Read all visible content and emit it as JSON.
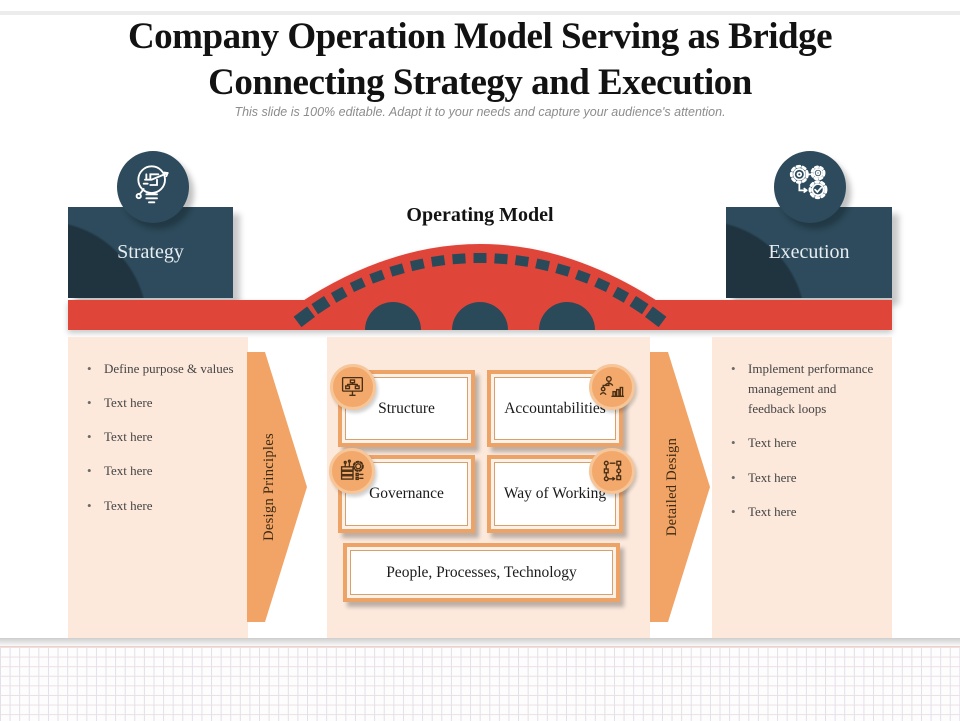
{
  "header": {
    "title_line1": "Company Operation Model Serving as Bridge",
    "title_line2": "Connecting Strategy and Execution",
    "subtitle": "This slide is 100% editable. Adapt it to your needs and capture your audience's attention."
  },
  "bridge": {
    "label": "Operating Model",
    "left_pillar": {
      "label": "Strategy",
      "icon": "strategy-idea-icon"
    },
    "right_pillar": {
      "label": "Execution",
      "icon": "execution-gears-icon"
    }
  },
  "left_panel": {
    "bullets": [
      "Define purpose & values",
      "Text here",
      "Text here",
      "Text here",
      "Text here"
    ]
  },
  "left_arrow": {
    "label": "Design Principles"
  },
  "center_panel": {
    "boxes": [
      {
        "label": "Structure",
        "icon": "org-structure-icon"
      },
      {
        "label": "Accountabilities",
        "icon": "accountability-chart-icon"
      },
      {
        "label": "Governance",
        "icon": "governance-icon"
      },
      {
        "label": "Way of Working",
        "icon": "workflow-icon"
      }
    ],
    "bottom_box": {
      "label": "People, Processes, Technology"
    }
  },
  "right_arrow": {
    "label": "Detailed Design"
  },
  "right_panel": {
    "bullets": [
      "Implement performance management and feedback loops",
      "Text here",
      "Text here",
      "Text here"
    ]
  },
  "colors": {
    "red": "#e0453a",
    "dark_teal": "#2d4b5c",
    "orange": "#f2a466",
    "peach": "#fce9dc",
    "icon_brown": "#4a2f15"
  }
}
